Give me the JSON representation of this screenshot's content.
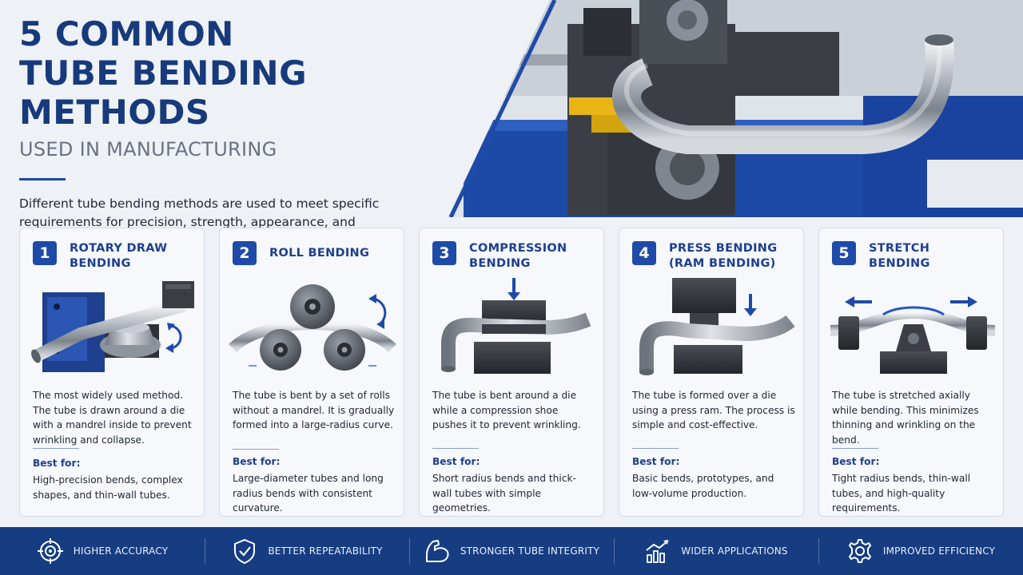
{
  "header": {
    "title_line1": "5 COMMON",
    "title_line2": "TUBE BENDING METHODS",
    "subtitle": "USED IN MANUFACTURING",
    "intro": "Different tube bending methods are used to meet specific requirements for precision, strength, appearance, and production efficiency."
  },
  "colors": {
    "brand_blue": "#1f4aa8",
    "title_blue": "#173a7c",
    "footer_blue": "#163d82"
  },
  "best_for_label": "Best for:",
  "methods": [
    {
      "number": "1",
      "title": "ROTARY DRAW BENDING",
      "description": "The most widely used method. The tube is drawn around a die with a mandrel inside to prevent wrinkling and collapse.",
      "best_for": "High-precision bends, complex shapes, and thin-wall tubes."
    },
    {
      "number": "2",
      "title": "ROLL BENDING",
      "description": "The tube is bent by a set of rolls without a mandrel. It is gradually formed into a large-radius curve.",
      "best_for": "Large-diameter tubes and long radius bends with consistent curvature."
    },
    {
      "number": "3",
      "title": "COMPRESSION BENDING",
      "description": "The tube is bent around a die while a compression shoe pushes it to prevent wrinkling.",
      "best_for": "Short radius bends and thick-wall tubes with simple geometries."
    },
    {
      "number": "4",
      "title": "PRESS BENDING (RAM BENDING)",
      "description": "The tube is formed over a die using a press ram. The process is simple and cost-effective.",
      "best_for": "Basic bends, prototypes, and low-volume production."
    },
    {
      "number": "5",
      "title": "STRETCH BENDING",
      "description": "The tube is stretched axially while bending. This minimizes thinning and wrinkling on the bend.",
      "best_for": "Tight radius bends, thin-wall tubes, and high-quality requirements."
    }
  ],
  "benefits": [
    {
      "label": "HIGHER ACCURACY",
      "icon": "target-icon"
    },
    {
      "label": "BETTER REPEATABILITY",
      "icon": "shield-check-icon"
    },
    {
      "label": "STRONGER TUBE INTEGRITY",
      "icon": "muscle-arm-icon"
    },
    {
      "label": "WIDER APPLICATIONS",
      "icon": "growth-chart-icon"
    },
    {
      "label": "IMPROVED EFFICIENCY",
      "icon": "gear-icon"
    }
  ]
}
